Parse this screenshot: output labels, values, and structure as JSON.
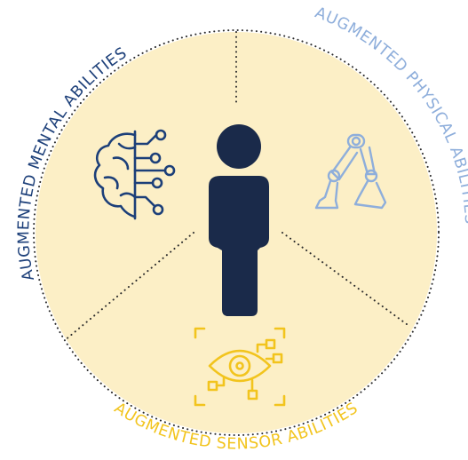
{
  "labels": {
    "mental": "AUGMENTED MENTAL ABILITIES",
    "physical": "AUGMENTED PHYSICAL ABILITIES",
    "sensor": "AUGMENTED SENSOR ABILITIES"
  },
  "icons": {
    "center": "person-icon",
    "mental": "brain-circuit-icon",
    "physical": "robotic-legs-icon",
    "sensor": "eye-scan-circuit-icon"
  },
  "colors": {
    "circle_fill": "#fcefc6",
    "navy": "#1a2a4a",
    "mental_label": "#1c3f79",
    "physical": "#8eaedb",
    "sensor": "#f2c41d",
    "dots": "#2b2b2b"
  }
}
